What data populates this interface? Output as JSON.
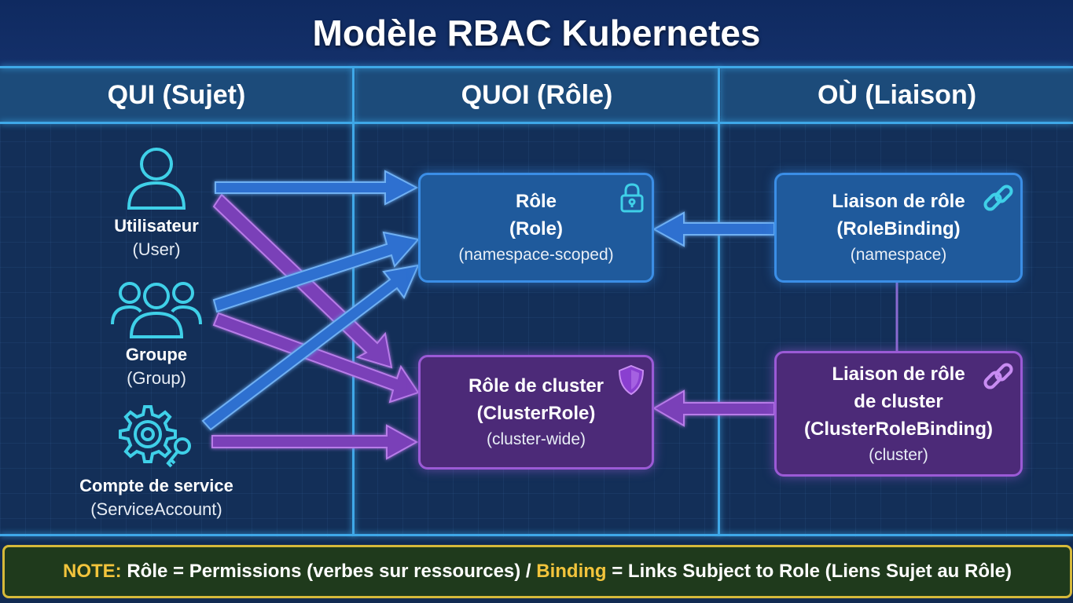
{
  "title": "Modèle RBAC Kubernetes",
  "columns": [
    {
      "label": "QUI (Sujet)"
    },
    {
      "label": "QUOI (Rôle)"
    },
    {
      "label": "OÙ (Liaison)"
    }
  ],
  "subjects": [
    {
      "name": "Utilisateur",
      "sub": "(User)",
      "icon": "user-icon"
    },
    {
      "name": "Groupe",
      "sub": "(Group)",
      "icon": "group-icon"
    },
    {
      "name": "Compte de service",
      "sub": "(ServiceAccount)",
      "icon": "gear-key-icon"
    }
  ],
  "roles": [
    {
      "lines": [
        "Rôle",
        "(Role)",
        "(namespace-scoped)"
      ],
      "icon": "lock-icon"
    },
    {
      "lines": [
        "Rôle de cluster",
        "(ClusterRole)",
        "(cluster-wide)"
      ],
      "icon": "shield-icon"
    }
  ],
  "bindings": [
    {
      "lines": [
        "Liaison de rôle",
        "(RoleBinding)",
        "(namespace)"
      ],
      "icon": "link-icon"
    },
    {
      "lines": [
        "Liaison de rôle",
        "de cluster",
        "(ClusterRoleBinding)",
        "(cluster)"
      ],
      "icon": "link-icon"
    }
  ],
  "note": {
    "label": "NOTE:",
    "text1": "Rôle = Permissions (verbes sur ressources) /",
    "highlight": "Binding",
    "text2": "= Links Subject to Role (Liens Sujet au Rôle)"
  },
  "colors": {
    "blue": "#3b8ee6",
    "purple": "#9b5ad6",
    "cyan": "#3fd0e8",
    "note_highlight": "#f2c43c"
  }
}
